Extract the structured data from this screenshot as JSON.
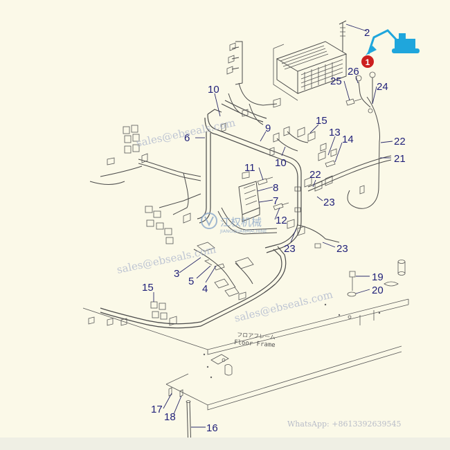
{
  "diagram": {
    "callouts": [
      {
        "id": "c1",
        "label": "1",
        "highlight": true
      },
      {
        "id": "c2",
        "label": "2"
      },
      {
        "id": "c3",
        "label": "3"
      },
      {
        "id": "c4",
        "label": "4"
      },
      {
        "id": "c5",
        "label": "5"
      },
      {
        "id": "c6",
        "label": "6"
      },
      {
        "id": "c7",
        "label": "7"
      },
      {
        "id": "c8",
        "label": "8"
      },
      {
        "id": "c9",
        "label": "9"
      },
      {
        "id": "c10a",
        "label": "10"
      },
      {
        "id": "c10b",
        "label": "10"
      },
      {
        "id": "c11",
        "label": "11"
      },
      {
        "id": "c12",
        "label": "12"
      },
      {
        "id": "c13",
        "label": "13"
      },
      {
        "id": "c14",
        "label": "14"
      },
      {
        "id": "c15a",
        "label": "15"
      },
      {
        "id": "c15b",
        "label": "15"
      },
      {
        "id": "c16",
        "label": "16"
      },
      {
        "id": "c17",
        "label": "17"
      },
      {
        "id": "c18",
        "label": "18"
      },
      {
        "id": "c19",
        "label": "19"
      },
      {
        "id": "c20",
        "label": "20"
      },
      {
        "id": "c21",
        "label": "21"
      },
      {
        "id": "c22a",
        "label": "22"
      },
      {
        "id": "c22b",
        "label": "22"
      },
      {
        "id": "c23a",
        "label": "23"
      },
      {
        "id": "c23b",
        "label": "23"
      },
      {
        "id": "c23c",
        "label": "23"
      },
      {
        "id": "c24",
        "label": "24"
      },
      {
        "id": "c25",
        "label": "25"
      },
      {
        "id": "c26",
        "label": "26"
      }
    ],
    "floor_frame_jp": "フロアフレーム",
    "floor_frame_en": "Floor Frame"
  },
  "watermarks": {
    "email": "sales@ebseals.com",
    "whatsapp": "WhatsApp: +8613392639545",
    "logo_cn": "江权机械",
    "logo_en": "JIANGQUANMACHINE"
  },
  "colors": {
    "callout": "#1e1e78",
    "highlight": "#cc1f1f",
    "logo": "#1fa6dc",
    "watermark": "#aab4cc"
  }
}
